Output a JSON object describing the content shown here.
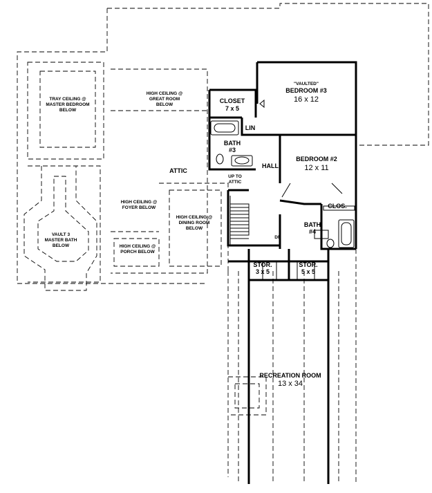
{
  "rooms": {
    "tray_ceiling": [
      "TRAY CEILING @",
      "MASTER BEDROOM",
      "BELOW"
    ],
    "great_room": [
      "HIGH CEILING @",
      "GREAT ROOM",
      "BELOW"
    ],
    "attic": "ATTIC",
    "foyer": [
      "HIGH CEILING @",
      "FOYER BELOW"
    ],
    "dining": [
      "HIGH CEILING @",
      "DINING ROOM",
      "BELOW"
    ],
    "porch": [
      "HIGH CEILING @",
      "PORCH BELOW"
    ],
    "vault": [
      "VAULT 3",
      "MASTER BATH",
      "BELOW"
    ],
    "closet": [
      "CLOSET",
      "7 x 5"
    ],
    "lin": "LIN",
    "bath3": [
      "BATH",
      "#3"
    ],
    "up_to_attic": [
      "UP TO",
      "ATTIC"
    ],
    "hall": "HALL",
    "dn": "DN",
    "bedroom3": [
      "\"VAULTED\"",
      "BEDROOM #3",
      "16 x 12"
    ],
    "bedroom2": [
      "BEDROOM #2",
      "12 x 11"
    ],
    "clos": "CLOS.",
    "bath4": [
      "BATH",
      "#4"
    ],
    "stor_left": [
      "STOR.",
      "3 x 5"
    ],
    "stor_right": [
      "STOR.",
      "5 x 5"
    ],
    "recreation": [
      "RECREATION ROOM",
      "13 x 34"
    ]
  }
}
